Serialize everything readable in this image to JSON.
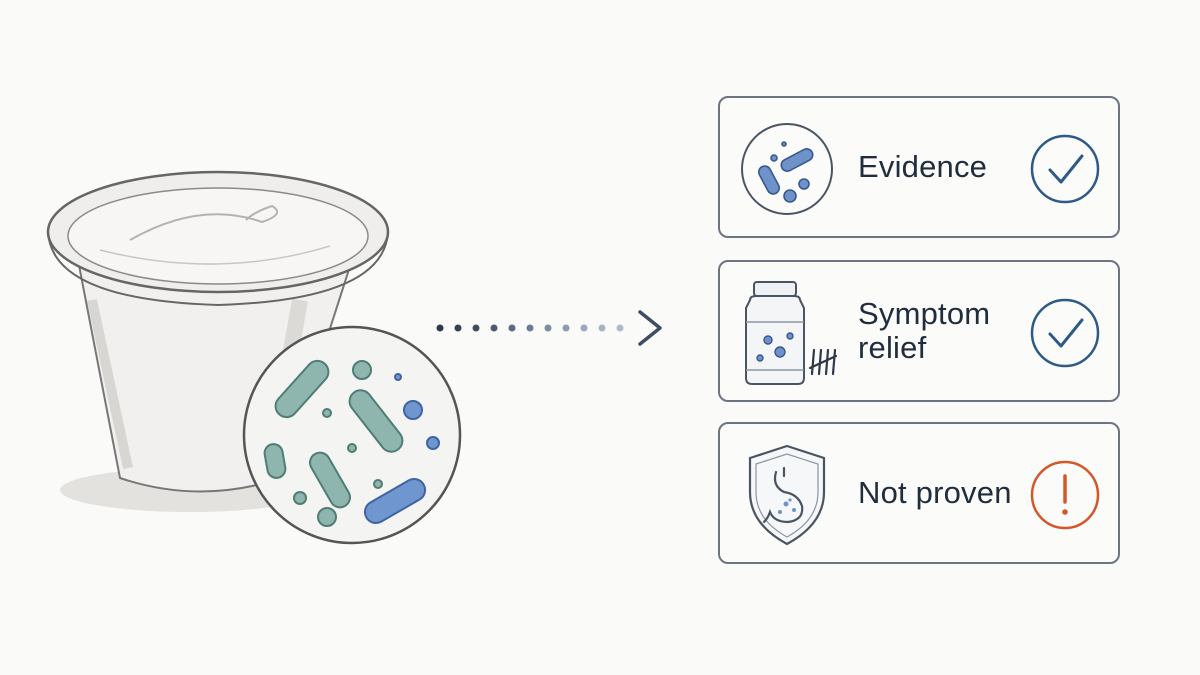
{
  "cards": [
    {
      "label": "Evidence",
      "status": "check",
      "icon": "bacteria-circle-icon"
    },
    {
      "label": "Symptom relief",
      "status": "check",
      "icon": "supplement-jar-icon"
    },
    {
      "label": "Not proven",
      "status": "warning",
      "icon": "stomach-shield-icon"
    }
  ],
  "colors": {
    "check": "#2e5a86",
    "warning": "#d4572a",
    "bacteria_green": "#7fa9a3",
    "bacteria_blue": "#5f87c4",
    "outline": "#4a5563"
  }
}
